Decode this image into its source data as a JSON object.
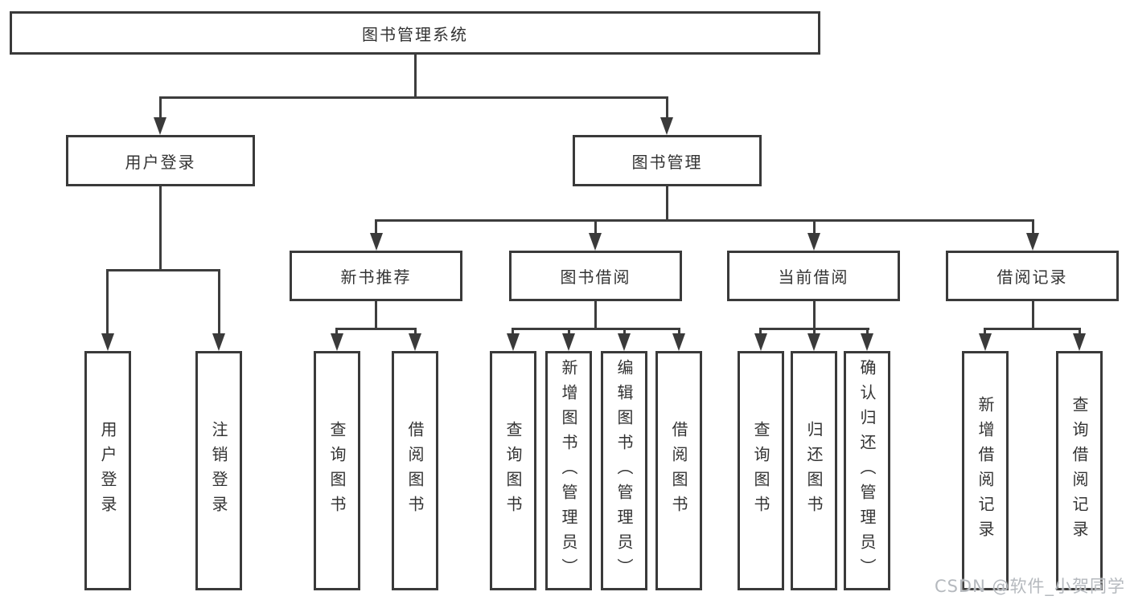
{
  "tree": {
    "label": "图书管理系统",
    "children": [
      {
        "label": "用户登录",
        "children": [
          {
            "label": "用户登录"
          },
          {
            "label": "注销登录"
          }
        ]
      },
      {
        "label": "图书管理",
        "children": [
          {
            "label": "新书推荐",
            "children": [
              {
                "label": "查询图书"
              },
              {
                "label": "借阅图书"
              }
            ]
          },
          {
            "label": "图书借阅",
            "children": [
              {
                "label": "查询图书"
              },
              {
                "label": "新增图书（管理员）"
              },
              {
                "label": "编辑图书（管理员）"
              },
              {
                "label": "借阅图书"
              }
            ]
          },
          {
            "label": "当前借阅",
            "children": [
              {
                "label": "查询图书"
              },
              {
                "label": "归还图书"
              },
              {
                "label": "确认归还（管理员）"
              }
            ]
          },
          {
            "label": "借阅记录",
            "children": [
              {
                "label": "新增借阅记录"
              },
              {
                "label": "查询借阅记录"
              }
            ]
          }
        ]
      }
    ]
  },
  "watermark": "CSDN @软件_小贺同学",
  "colors": {
    "box_border": "#3a3a3a",
    "line": "#3d3d3d",
    "text": "#333333",
    "watermark": "#b5b9be",
    "background": "#ffffff"
  }
}
